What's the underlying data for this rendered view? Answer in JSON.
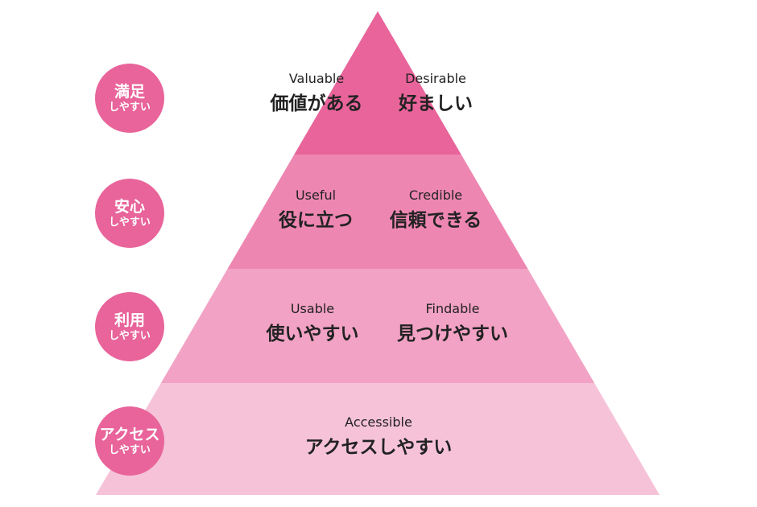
{
  "colors": {
    "tier_1": "#e8649a",
    "tier_2": "#ee86b2",
    "tier_3": "#f2a2c4",
    "tier_4": "#f6c2d8",
    "badge": "#e8649a",
    "text": "#222222"
  },
  "tiers": [
    {
      "badge": {
        "main": "満足",
        "sub": "しやすい"
      },
      "cells": [
        {
          "en": "Valuable",
          "ja": "価値がある"
        },
        {
          "en": "Desirable",
          "ja": "好ましい"
        }
      ]
    },
    {
      "badge": {
        "main": "安心",
        "sub": "しやすい"
      },
      "cells": [
        {
          "en": "Useful",
          "ja": "役に立つ"
        },
        {
          "en": "Credible",
          "ja": "信頼できる"
        }
      ]
    },
    {
      "badge": {
        "main": "利用",
        "sub": "しやすい"
      },
      "cells": [
        {
          "en": "Usable",
          "ja": "使いやすい"
        },
        {
          "en": "Findable",
          "ja": "見つけやすい"
        }
      ]
    },
    {
      "badge": {
        "main": "アクセス",
        "sub": "しやすい"
      },
      "cells": [
        {
          "en": "Accessible",
          "ja": "アクセスしやすい"
        }
      ]
    }
  ]
}
